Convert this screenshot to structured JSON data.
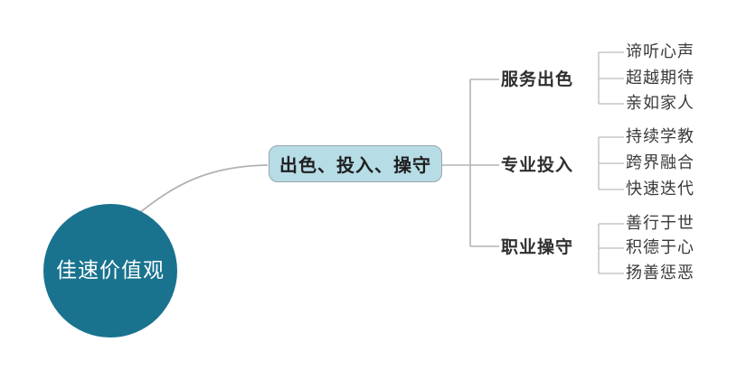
{
  "diagram": {
    "type": "mindmap-tree",
    "root": {
      "label": "佳速价值观"
    },
    "center": {
      "label": "出色、投入、操守"
    },
    "branches": [
      {
        "label": "服务出色",
        "children": [
          "谛听心声",
          "超越期待",
          "亲如家人"
        ]
      },
      {
        "label": "专业投入",
        "children": [
          "持续学教",
          "跨界融合",
          "快速迭代"
        ]
      },
      {
        "label": "职业操守",
        "children": [
          "善行于世",
          "积德于心",
          "扬善惩恶"
        ]
      }
    ],
    "colors": {
      "root_fill": "#19738f",
      "root_text": "#ffffff",
      "center_fill": "#b6dce6",
      "center_border": "#9aa5ab",
      "connector": "#b3b3b3",
      "leaf_connector": "#bcbcbc",
      "label_text": "#2e2e2e"
    }
  }
}
